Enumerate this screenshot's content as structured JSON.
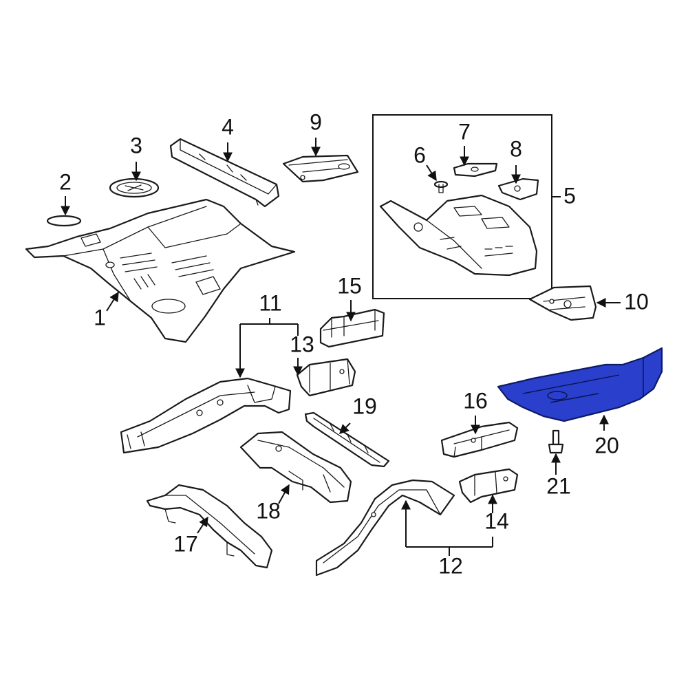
{
  "callouts": [
    "1",
    "2",
    "3",
    "4",
    "5",
    "6",
    "7",
    "8",
    "9",
    "10",
    "11",
    "12",
    "13",
    "14",
    "15",
    "16",
    "17",
    "18",
    "19",
    "20",
    "21"
  ],
  "highlight_color": "#2a3fcc",
  "line_color": "#111111"
}
